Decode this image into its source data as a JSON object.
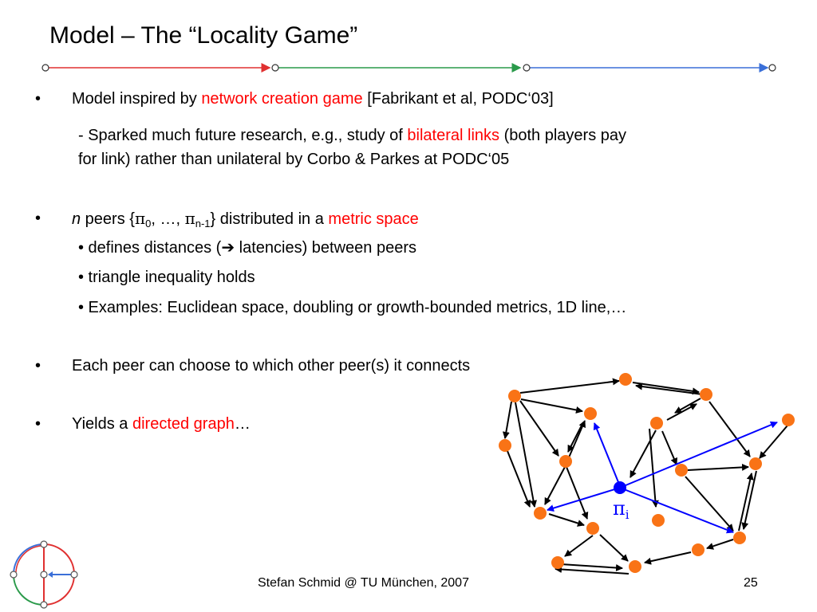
{
  "slide": {
    "title": "Model – The “Locality Game”",
    "footer": {
      "author": "Stefan Schmid @ TU München, 2007",
      "page_number": "25"
    }
  },
  "content": {
    "bullet_char": "•",
    "b1": {
      "pre": "Model inspired by ",
      "highlight": "network creation game",
      "post": " [Fabrikant et al, PODC‘03]"
    },
    "b1_sub": {
      "line1_pre": "- Sparked much future research, e.g., study of ",
      "line1_highlight": "bilateral links",
      "line1_post": " (both players pay",
      "line2": "for link) rather than unilateral by Corbo & Parkes at PODC‘05"
    },
    "b2": {
      "n": "n",
      "pre": " peers {",
      "pi": "π",
      "sub0": "0",
      "mid": ", …, ",
      "subn": "n-1",
      "post": "} distributed in a ",
      "highlight": "metric space"
    },
    "b2_subs": {
      "s1_pre": "• defines distances (",
      "s1_arrow": "➔",
      "s1_post": " latencies) between peers",
      "s2": "• triangle inequality holds",
      "s3": "• Examples: Euclidean space, doubling or growth-bounded metrics, 1D line,…"
    },
    "b3": "Each peer can choose to which other peer(s) it connects",
    "b4": {
      "pre": "Yields a ",
      "highlight": "directed graph",
      "post": "…"
    }
  },
  "graph_label": {
    "pi": "π",
    "sub": "i"
  },
  "colors": {
    "highlight": "#ff0000",
    "node": "#f97316",
    "pi_node": "#0000ff",
    "bar_red": "#e03030",
    "bar_green": "#2a9a4a",
    "bar_blue": "#3a6fd8"
  }
}
